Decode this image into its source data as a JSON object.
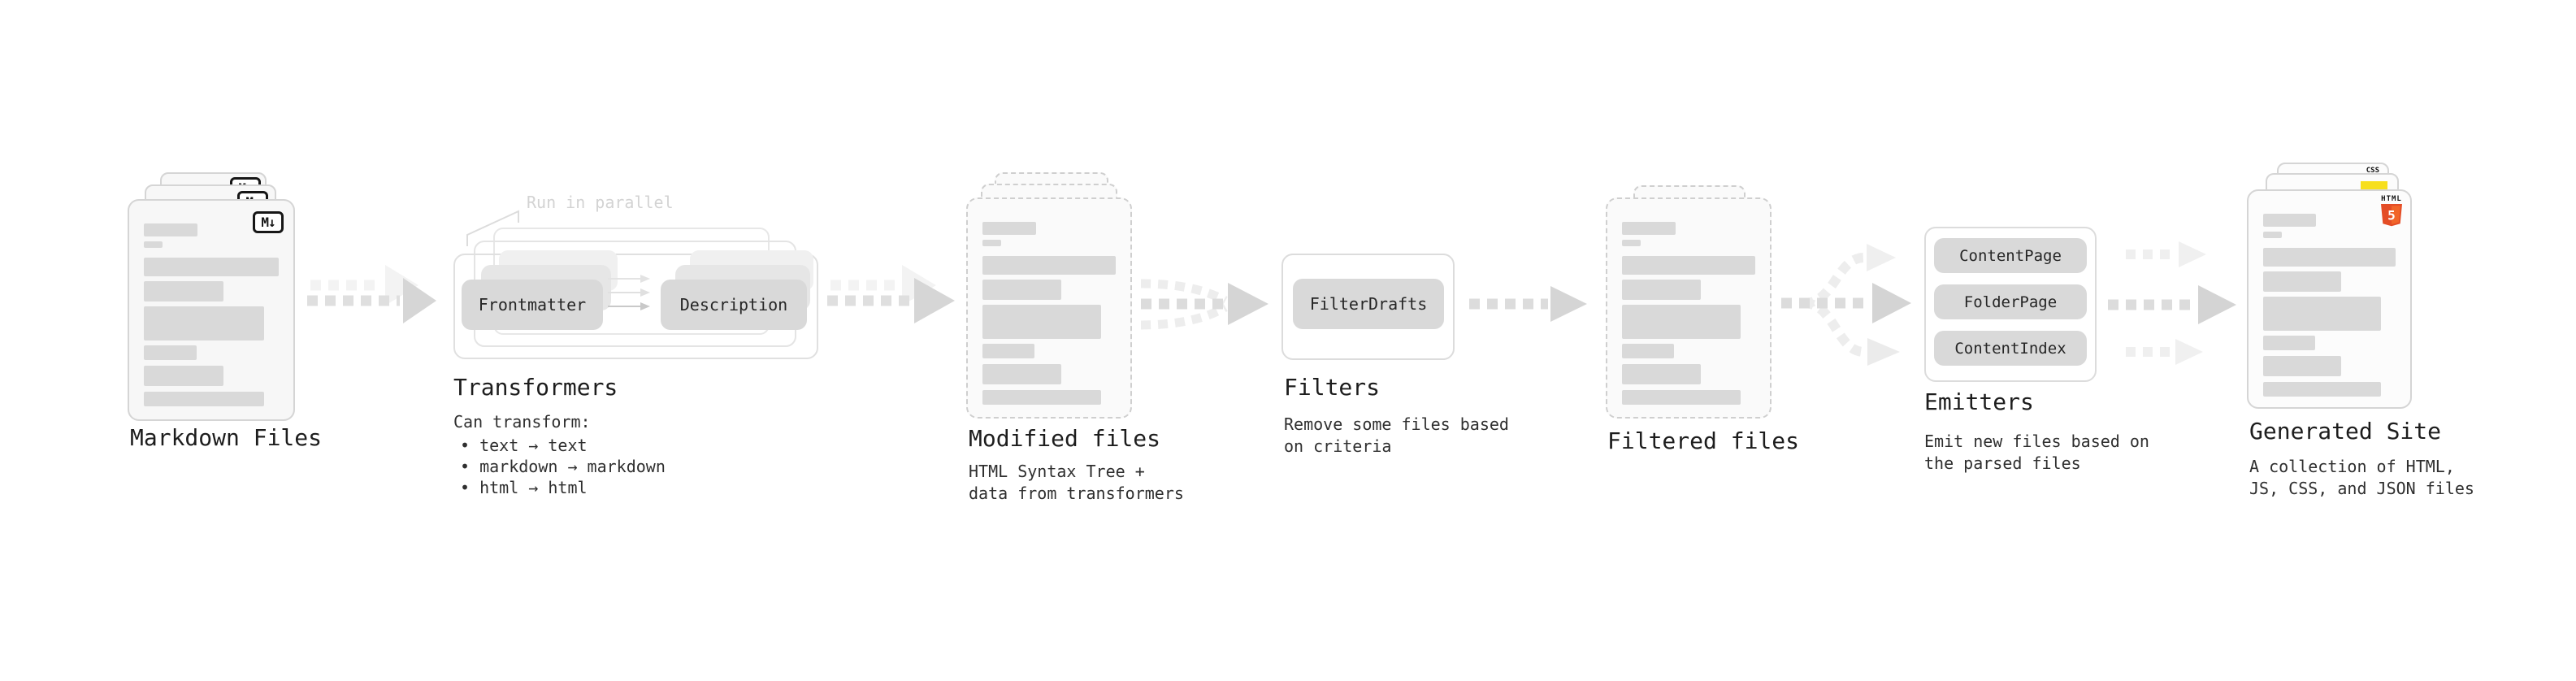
{
  "diagram": {
    "stages": {
      "markdown_files": {
        "label": "Markdown Files",
        "file_badge": "M↓"
      },
      "transformers": {
        "label": "Transformers",
        "annotation": "Run in parallel",
        "pill_left": "Frontmatter",
        "pill_right": "Description",
        "description_title": "Can transform:",
        "bullets": [
          "• text → text",
          "• markdown → markdown",
          "• html → html"
        ]
      },
      "modified_files": {
        "label": "Modified files",
        "description": "HTML Syntax Tree +\ndata from transformers"
      },
      "filters": {
        "label": "Filters",
        "pill": "FilterDrafts",
        "description": "Remove some files based\non criteria"
      },
      "filtered_files": {
        "label": "Filtered files"
      },
      "emitters": {
        "label": "Emitters",
        "pills": [
          "ContentPage",
          "FolderPage",
          "ContentIndex"
        ],
        "description": "Emit new files based on\nthe parsed files"
      },
      "generated_site": {
        "label": "Generated Site",
        "description": "A collection of HTML,\nJS, CSS, and JSON files",
        "badges": {
          "css_label": "CSS",
          "html_label": "HTML",
          "html_number": "5"
        }
      }
    },
    "colors": {
      "html5_orange": "#e44d26",
      "html5_orange_light": "#f16529",
      "js_yellow": "#f7df1e",
      "css_blue": "#2965f1"
    }
  }
}
